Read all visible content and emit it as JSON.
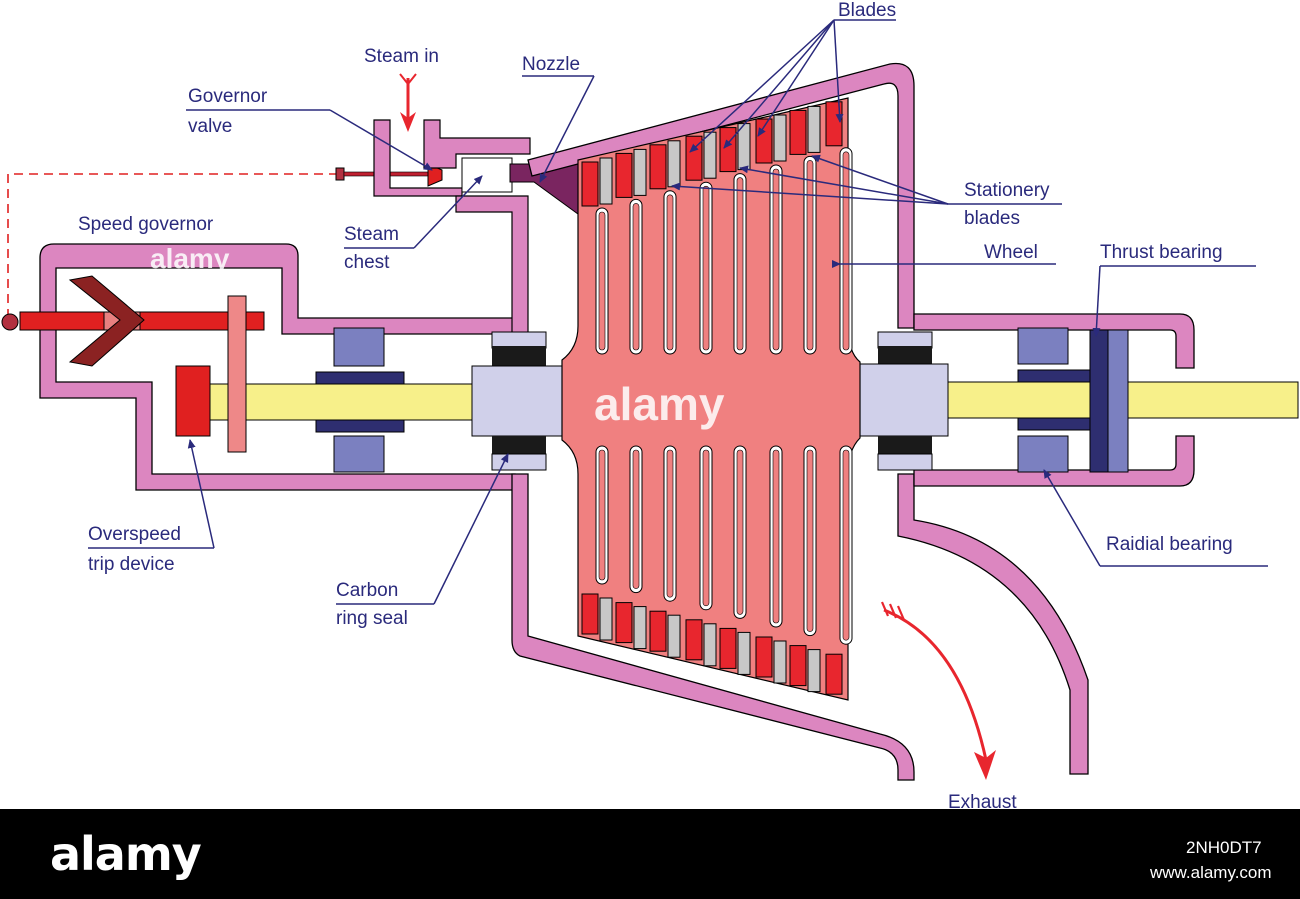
{
  "labels": {
    "blades": "Blades",
    "steam_in": "Steam in",
    "nozzle": "Nozzle",
    "governor_valve_1": "Governor",
    "governor_valve_2": "valve",
    "stationery_blades_1": "Stationery",
    "stationery_blades_2": "blades",
    "speed_governor": "Speed governor",
    "steam_chest_1": "Steam",
    "steam_chest_2": "chest",
    "wheel": "Wheel",
    "thrust_bearing": "Thrust bearing",
    "overspeed_1": "Overspeed",
    "overspeed_2": "trip device",
    "carbon_seal_1": "Carbon",
    "carbon_seal_2": "ring seal",
    "radial_bearing": "Raidial bearing",
    "exhaust": "Exhaust"
  },
  "watermark": {
    "center": "alamy",
    "top": "alamy"
  },
  "footer": {
    "logo": "alamy",
    "image_id": "2NH0DT7",
    "site": "www.alamy.com"
  },
  "colors": {
    "casing": "#dc86c0",
    "wheel": "#f08080",
    "blade_red": "#e8262e",
    "stationary_grey": "#c8c8c8",
    "shaft": "#f7f08a",
    "bearing": "#7b80c0",
    "seal_block": "#d0d0ea",
    "seal_black": "#1a1a1a",
    "governor_red": "#e02020",
    "label": "#2a2a7c",
    "footer_bg": "#000000"
  }
}
